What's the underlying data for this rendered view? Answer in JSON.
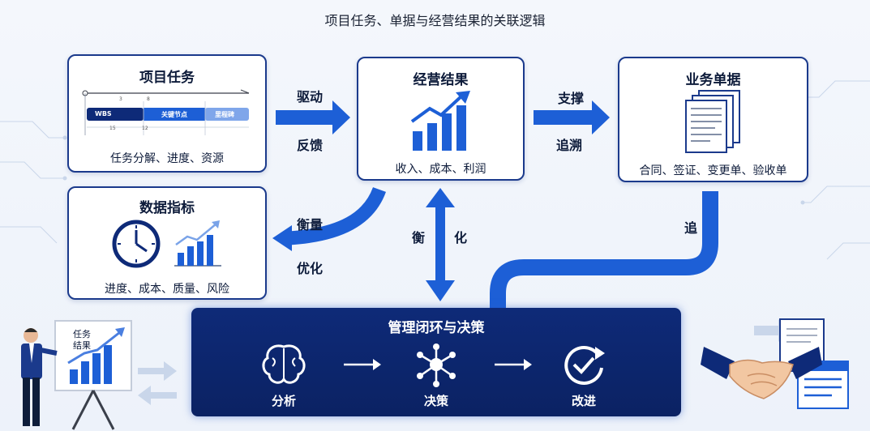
{
  "title": "项目任务、单据与经营结果的关联逻辑",
  "cards": {
    "task": {
      "title": "项目任务",
      "subtitle": "任务分解、进度、资源",
      "timeline": {
        "row1": [
          "WBS",
          "关键节点",
          "里程碑"
        ],
        "ticks_top": [
          "3",
          "8"
        ],
        "ticks_bottom": [
          "15",
          "12"
        ]
      }
    },
    "result": {
      "title": "经营结果",
      "subtitle": "收入、成本、利润"
    },
    "docs": {
      "title": "业务单据",
      "subtitle": "合同、签证、变更单、验收单"
    },
    "metrics": {
      "title": "数据指标",
      "subtitle": "进度、成本、质量、风险"
    }
  },
  "arrows": {
    "drive": "驱动",
    "feedback": "反馈",
    "support": "支撑",
    "trace": "追溯",
    "measure": "衡量",
    "optimize": "优化",
    "heng": "衡",
    "hua": "化",
    "zhui": "追"
  },
  "panel": {
    "title": "管理闭环与决策",
    "steps": [
      "分析",
      "决策",
      "改进"
    ]
  },
  "board": {
    "line1": "任务",
    "line2": "结果"
  },
  "colors": {
    "navy": "#0e2a78",
    "blue": "#1d5fd6",
    "border": "#1b3a8c"
  }
}
